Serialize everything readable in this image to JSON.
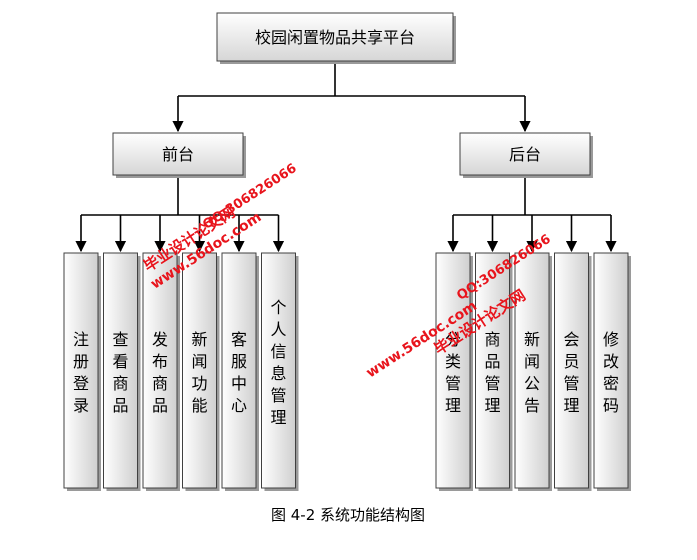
{
  "root": {
    "label": "校园闲置物品共享平台"
  },
  "branches": [
    {
      "id": "front",
      "label": "前台",
      "children": [
        "注册登录",
        "查看商品",
        "发布商品",
        "新闻功能",
        "客服中心",
        "个人信息管理"
      ]
    },
    {
      "id": "back",
      "label": "后台",
      "children": [
        "分类管理",
        "商品管理",
        "新闻公告",
        "会员管理",
        "修改密码"
      ]
    }
  ],
  "caption": "图 4-2 系统功能结构图",
  "watermarks": [
    {
      "site": "www.56doc.com",
      "qq": "QQ:306826066",
      "name": "毕业设计论文网"
    },
    {
      "site": "www.56doc.com",
      "qq": "QQ:306826066",
      "name": "毕业设计论文网"
    }
  ],
  "colors": {
    "box_fill_top": "#ffffff",
    "box_fill_bottom": "#d6d6d6",
    "box_stroke": "#404040",
    "connector": "#000000",
    "watermark": "#e8141c",
    "shadow": "#9a9a9a"
  }
}
